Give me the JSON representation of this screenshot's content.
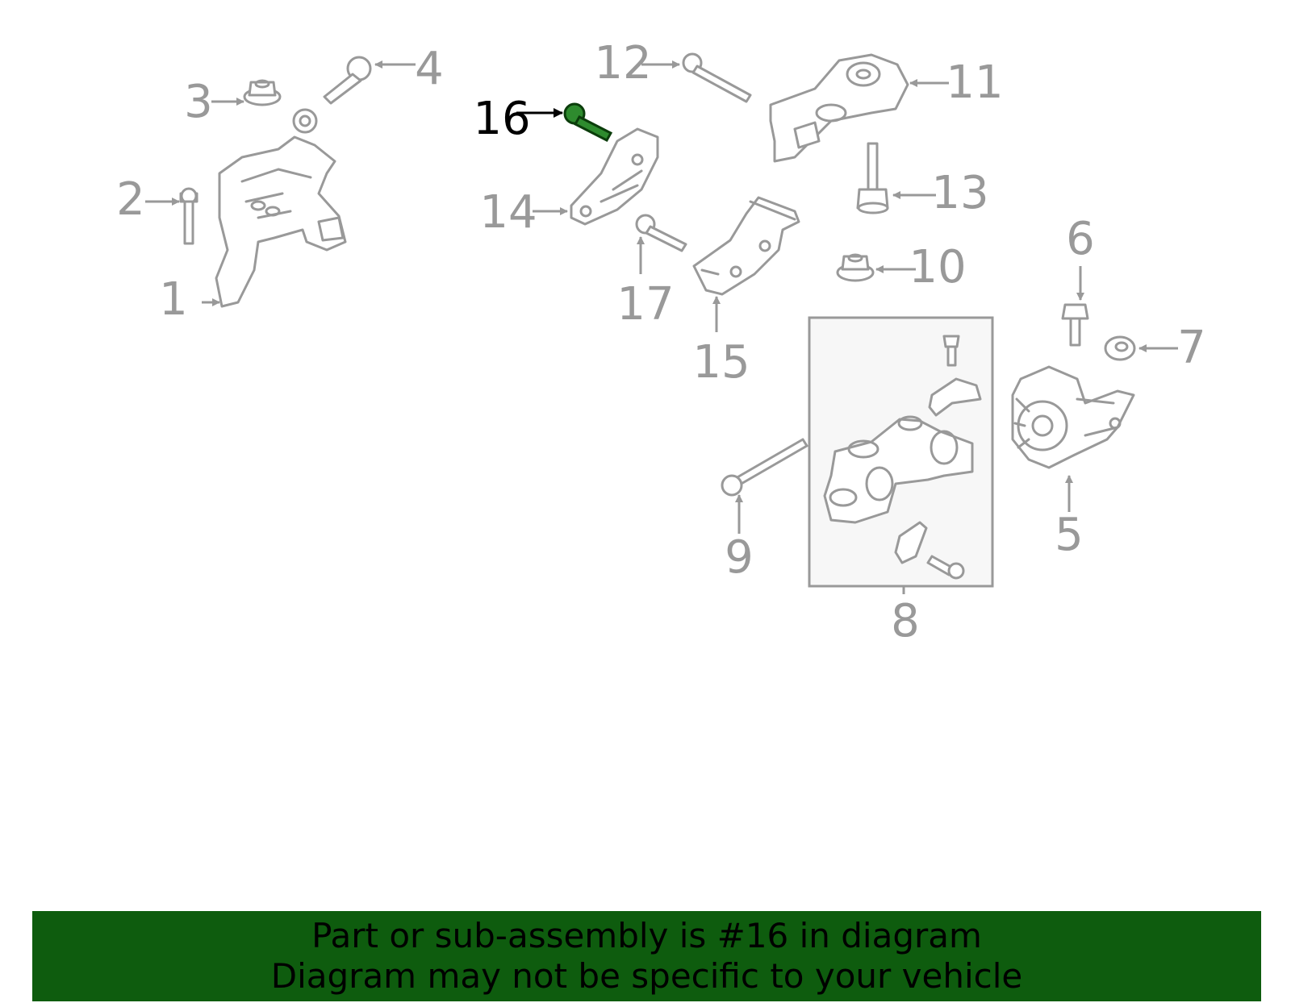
{
  "diagram": {
    "highlight_color": "#2e8b2e",
    "banner_color": "#0e5c0e",
    "callouts": [
      "1",
      "2",
      "3",
      "4",
      "5",
      "6",
      "7",
      "8",
      "9",
      "10",
      "11",
      "12",
      "13",
      "14",
      "15",
      "16",
      "17"
    ],
    "highlighted_callout": "16"
  },
  "banner": {
    "line1": "Part or sub-assembly is #16 in diagram",
    "line2": "Diagram may not be specific to your vehicle"
  }
}
